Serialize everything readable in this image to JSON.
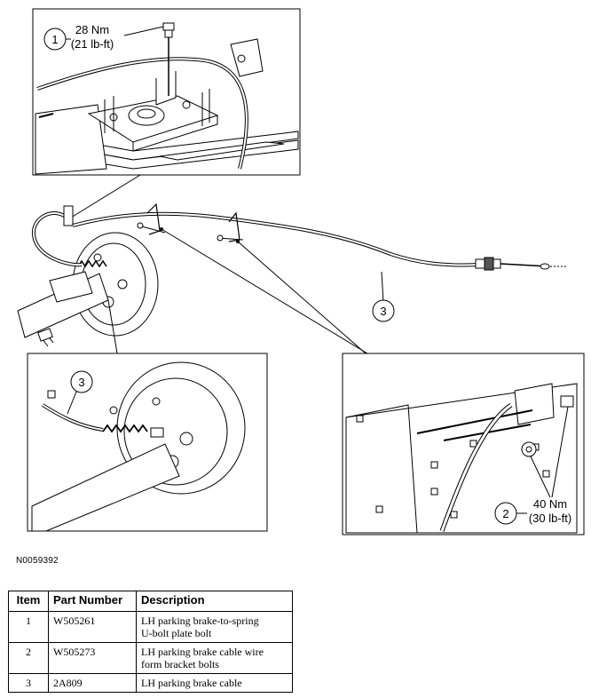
{
  "callouts": {
    "c1": {
      "number": "1",
      "torque_nm": "28 Nm",
      "torque_lbft": "(21 lb-ft)"
    },
    "c2": {
      "number": "2",
      "torque_nm": "40 Nm",
      "torque_lbft": "(30 lb-ft)"
    },
    "c3_main": {
      "number": "3"
    },
    "c3_detail": {
      "number": "3"
    }
  },
  "figure_id": "N0059392",
  "parts_table": {
    "headers": {
      "item": "Item",
      "part_number": "Part Number",
      "description": "Description"
    },
    "rows": [
      {
        "item": "1",
        "part_number": "W505261",
        "description_line1": "LH parking brake-to-spring",
        "description_line2": "U-bolt plate bolt"
      },
      {
        "item": "2",
        "part_number": "W505273",
        "description_line1": "LH parking brake cable wire",
        "description_line2": "form bracket bolts"
      },
      {
        "item": "3",
        "part_number": "2A809",
        "description_line1": "LH parking brake cable",
        "description_line2": ""
      }
    ]
  }
}
